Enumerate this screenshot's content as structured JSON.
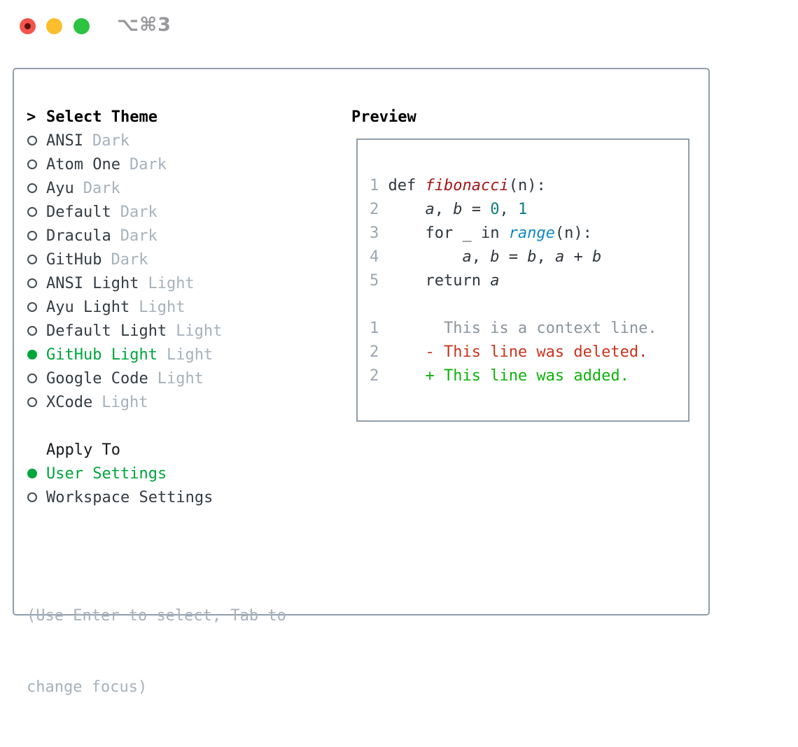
{
  "window": {
    "title": "⌥⌘3"
  },
  "theme_selector": {
    "header_prefix": ">",
    "header": "Select Theme",
    "themes": [
      {
        "name": "ANSI",
        "variant": "Dark",
        "selected": false
      },
      {
        "name": "Atom One",
        "variant": "Dark",
        "selected": false
      },
      {
        "name": "Ayu",
        "variant": "Dark",
        "selected": false
      },
      {
        "name": "Default",
        "variant": "Dark",
        "selected": false
      },
      {
        "name": "Dracula",
        "variant": "Dark",
        "selected": false
      },
      {
        "name": "GitHub",
        "variant": "Dark",
        "selected": false
      },
      {
        "name": "ANSI Light",
        "variant": "Light",
        "selected": false
      },
      {
        "name": "Ayu Light",
        "variant": "Light",
        "selected": false
      },
      {
        "name": "Default Light",
        "variant": "Light",
        "selected": false
      },
      {
        "name": "GitHub Light",
        "variant": "Light",
        "selected": true
      },
      {
        "name": "Google Code",
        "variant": "Light",
        "selected": false
      },
      {
        "name": "XCode",
        "variant": "Light",
        "selected": false
      }
    ],
    "apply_to": {
      "label": "Apply To",
      "options": [
        {
          "name": "User Settings",
          "selected": true
        },
        {
          "name": "Workspace Settings",
          "selected": false
        }
      ]
    },
    "hint_line1": "(Use Enter to select, Tab to",
    "hint_line2": "change focus)"
  },
  "preview": {
    "title": "Preview",
    "lines": [
      {
        "num": "1",
        "tokens": [
          {
            "t": "def ",
            "s": "code"
          },
          {
            "t": "fibonacci",
            "s": "func"
          },
          {
            "t": "(n):",
            "s": "code"
          }
        ]
      },
      {
        "num": "2",
        "tokens": [
          {
            "t": "    ",
            "s": "code"
          },
          {
            "t": "a",
            "s": "var"
          },
          {
            "t": ", ",
            "s": "code"
          },
          {
            "t": "b",
            "s": "var"
          },
          {
            "t": " = ",
            "s": "code"
          },
          {
            "t": "0",
            "s": "num"
          },
          {
            "t": ", ",
            "s": "code"
          },
          {
            "t": "1",
            "s": "num"
          }
        ]
      },
      {
        "num": "3",
        "tokens": [
          {
            "t": "    for _ in ",
            "s": "code"
          },
          {
            "t": "range",
            "s": "call"
          },
          {
            "t": "(n):",
            "s": "code"
          }
        ]
      },
      {
        "num": "4",
        "tokens": [
          {
            "t": "        ",
            "s": "code"
          },
          {
            "t": "a",
            "s": "var"
          },
          {
            "t": ", ",
            "s": "code"
          },
          {
            "t": "b",
            "s": "var"
          },
          {
            "t": " = ",
            "s": "code"
          },
          {
            "t": "b",
            "s": "var"
          },
          {
            "t": ", ",
            "s": "code"
          },
          {
            "t": "a",
            "s": "var"
          },
          {
            "t": " + ",
            "s": "code"
          },
          {
            "t": "b",
            "s": "var"
          }
        ]
      },
      {
        "num": "5",
        "tokens": [
          {
            "t": "    return ",
            "s": "code"
          },
          {
            "t": "a",
            "s": "var"
          }
        ]
      },
      {
        "num": "",
        "tokens": []
      },
      {
        "num": "1",
        "tokens": [
          {
            "t": "      This is a context line.",
            "s": "context"
          }
        ]
      },
      {
        "num": "2",
        "tokens": [
          {
            "t": "    ",
            "s": "code"
          },
          {
            "t": "- This line was deleted.",
            "s": "removed"
          }
        ]
      },
      {
        "num": "2",
        "tokens": [
          {
            "t": "    ",
            "s": "code"
          },
          {
            "t": "+ This line was added.",
            "s": "added"
          }
        ]
      }
    ]
  },
  "colors": {
    "selection_green": "#00a53c",
    "diff_added_green": "#0db30a",
    "diff_removed_red": "#c9341f",
    "function_red": "#a31717",
    "number_teal": "#0d7d7d",
    "call_blue": "#0f8ac0",
    "muted_gray": "#a7b1bb",
    "border_gray": "#929dab"
  }
}
